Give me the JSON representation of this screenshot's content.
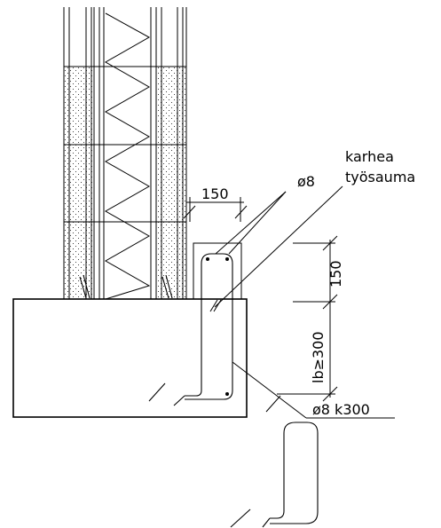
{
  "drawing": {
    "labels": {
      "rough_joint_line1": "karhea",
      "rough_joint_line2": "työsauma",
      "dim_horizontal_150": "150",
      "bar_diameter_top": "ø8",
      "dim_vertical_150": "150",
      "anchorage_length": "lb≥300",
      "bar_spec": "ø8  k300"
    },
    "colors": {
      "line": "#000000",
      "background": "#ffffff"
    }
  }
}
